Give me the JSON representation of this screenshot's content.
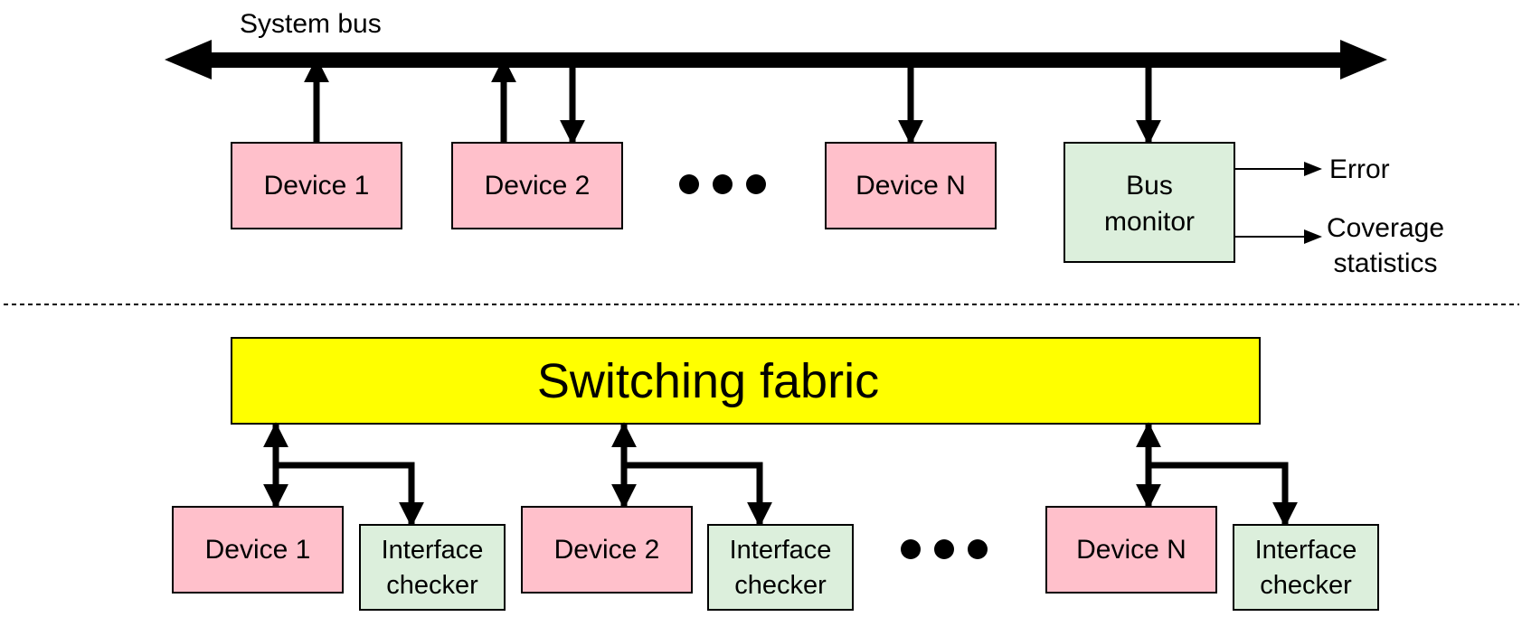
{
  "colors": {
    "device_fill": "#ffc0cb",
    "monitor_fill": "#dcefdc",
    "fabric_fill": "#ffff00",
    "line": "#000000"
  },
  "bus_section": {
    "bus_label": "System bus",
    "devices": [
      {
        "label": "Device 1"
      },
      {
        "label": "Device 2"
      },
      {
        "label": "Device N"
      }
    ],
    "monitor": {
      "line1": "Bus",
      "line2": "monitor"
    },
    "outputs": {
      "error": "Error",
      "coverage_line1": "Coverage",
      "coverage_line2": "statistics"
    }
  },
  "fabric_section": {
    "fabric_label": "Switching fabric",
    "devices": [
      {
        "label": "Device 1",
        "checker_line1": "Interface",
        "checker_line2": "checker"
      },
      {
        "label": "Device 2",
        "checker_line1": "Interface",
        "checker_line2": "checker"
      },
      {
        "label": "Device N",
        "checker_line1": "Interface",
        "checker_line2": "checker"
      }
    ]
  }
}
